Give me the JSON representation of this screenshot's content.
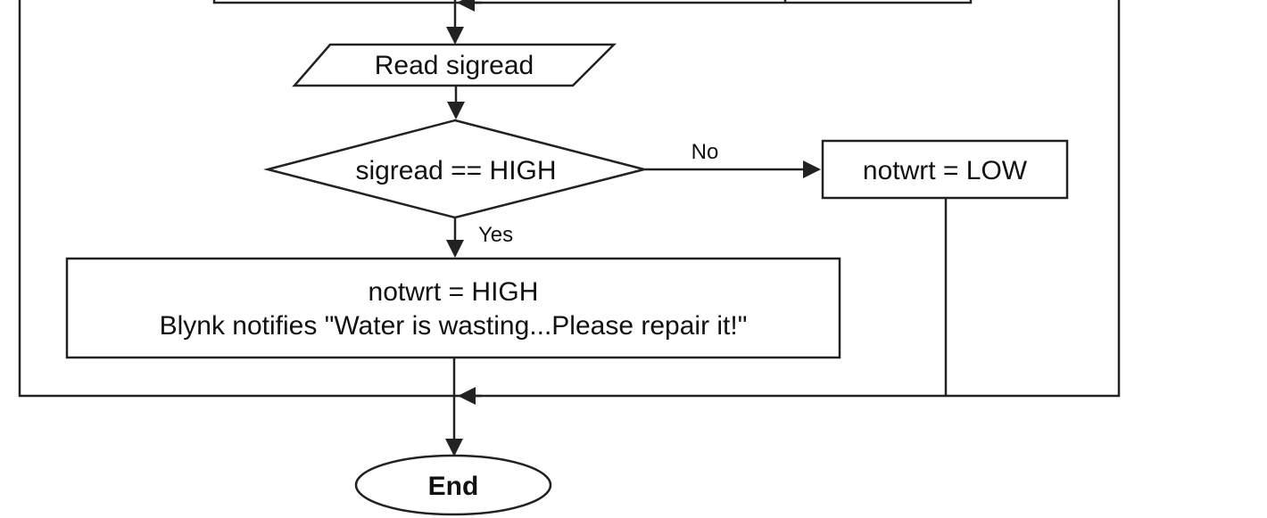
{
  "nodes": {
    "read": "Read sigread",
    "decision": "sigread == HIGH",
    "set_low": "notwrt = LOW",
    "set_high_line1": "notwrt = HIGH",
    "set_high_line2": "Blynk notifies \"Water is wasting...Please repair it!\"",
    "end": "End"
  },
  "edges": {
    "no": "No",
    "yes": "Yes"
  }
}
